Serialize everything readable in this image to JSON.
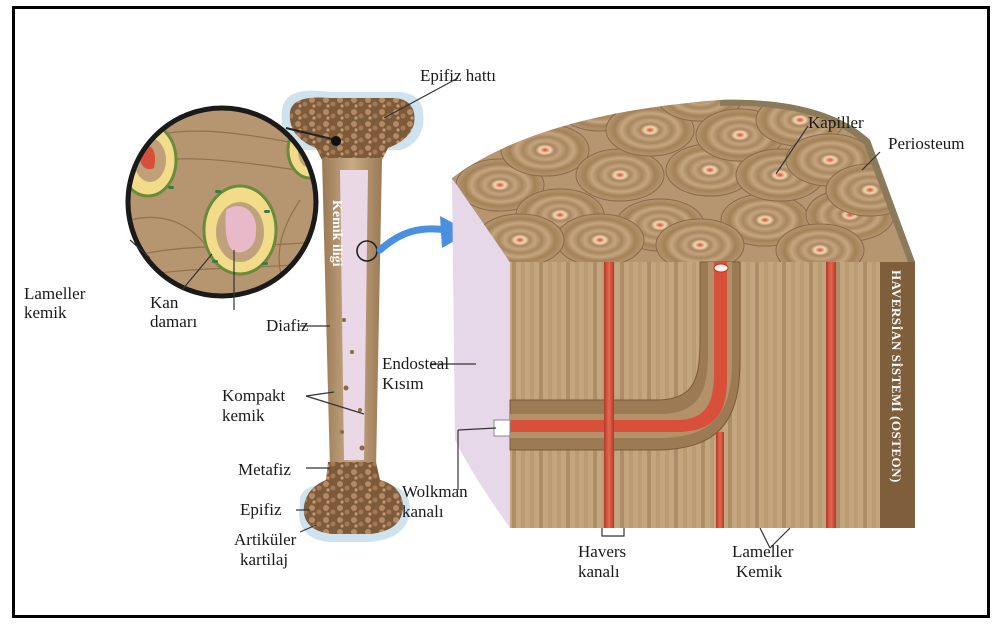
{
  "labels": {
    "epifiz_hatti": "Epifiz hattı",
    "kapiller": "Kapiller",
    "periosteum": "Periosteum",
    "lameller_kemik_left_1": "Lameller",
    "lameller_kemik_left_2": "kemik",
    "kan_damari_1": "Kan",
    "kan_damari_2": "damarı",
    "diafiz": "Diafiz",
    "endosteal_1": "Endosteal",
    "endosteal_2": "Kısım",
    "kompakt_1": "Kompakt",
    "kompakt_2": "kemik",
    "metafiz": "Metafiz",
    "epifiz": "Epifiz",
    "artikuler_1": "Artiküler",
    "artikuler_2": "kartilaj",
    "wolkman_1": "Wolkman",
    "wolkman_2": "kanalı",
    "havers_1": "Havers",
    "havers_2": "kanalı",
    "lameller_kemik_right_1": "Lameller",
    "lameller_kemik_right_2": "Kemik",
    "kemik_iligi": "Kemik iliği",
    "haversian_sistemi": "HAVERSİAN SİSTEMİ (OSTEON)"
  },
  "colors": {
    "bone_brown": "#8a6a4a",
    "bone_tan": "#b89a72",
    "marrow_pink": "#ead8e6",
    "cartilage_blue": "#cfe3ef",
    "vessel_red": "#d8503a",
    "arrow_blue": "#4a8fe0"
  }
}
